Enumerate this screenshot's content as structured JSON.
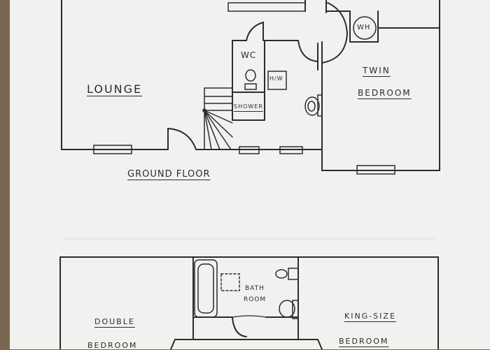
{
  "ground_floor": {
    "title": "GROUND FLOOR",
    "rooms": {
      "lounge": "LOUNGE",
      "wc": "WC",
      "shower": "SHOWER",
      "hw": "H/W",
      "wh": "WH",
      "twin_bedroom_line1": "TWIN",
      "twin_bedroom_line2": "BEDROOM"
    }
  },
  "first_floor": {
    "rooms": {
      "double_bedroom_line1": "DOUBLE",
      "double_bedroom_line2": "BEDROOM",
      "bathroom_line1": "BATH",
      "bathroom_line2": "ROOM",
      "kingsize_bedroom_line1": "KING-SIZE",
      "kingsize_bedroom_line2": "BEDROOM"
    }
  },
  "colors": {
    "ink": "#2c2c2c",
    "paper": "#f1f1f0",
    "background": "#7a6650"
  }
}
